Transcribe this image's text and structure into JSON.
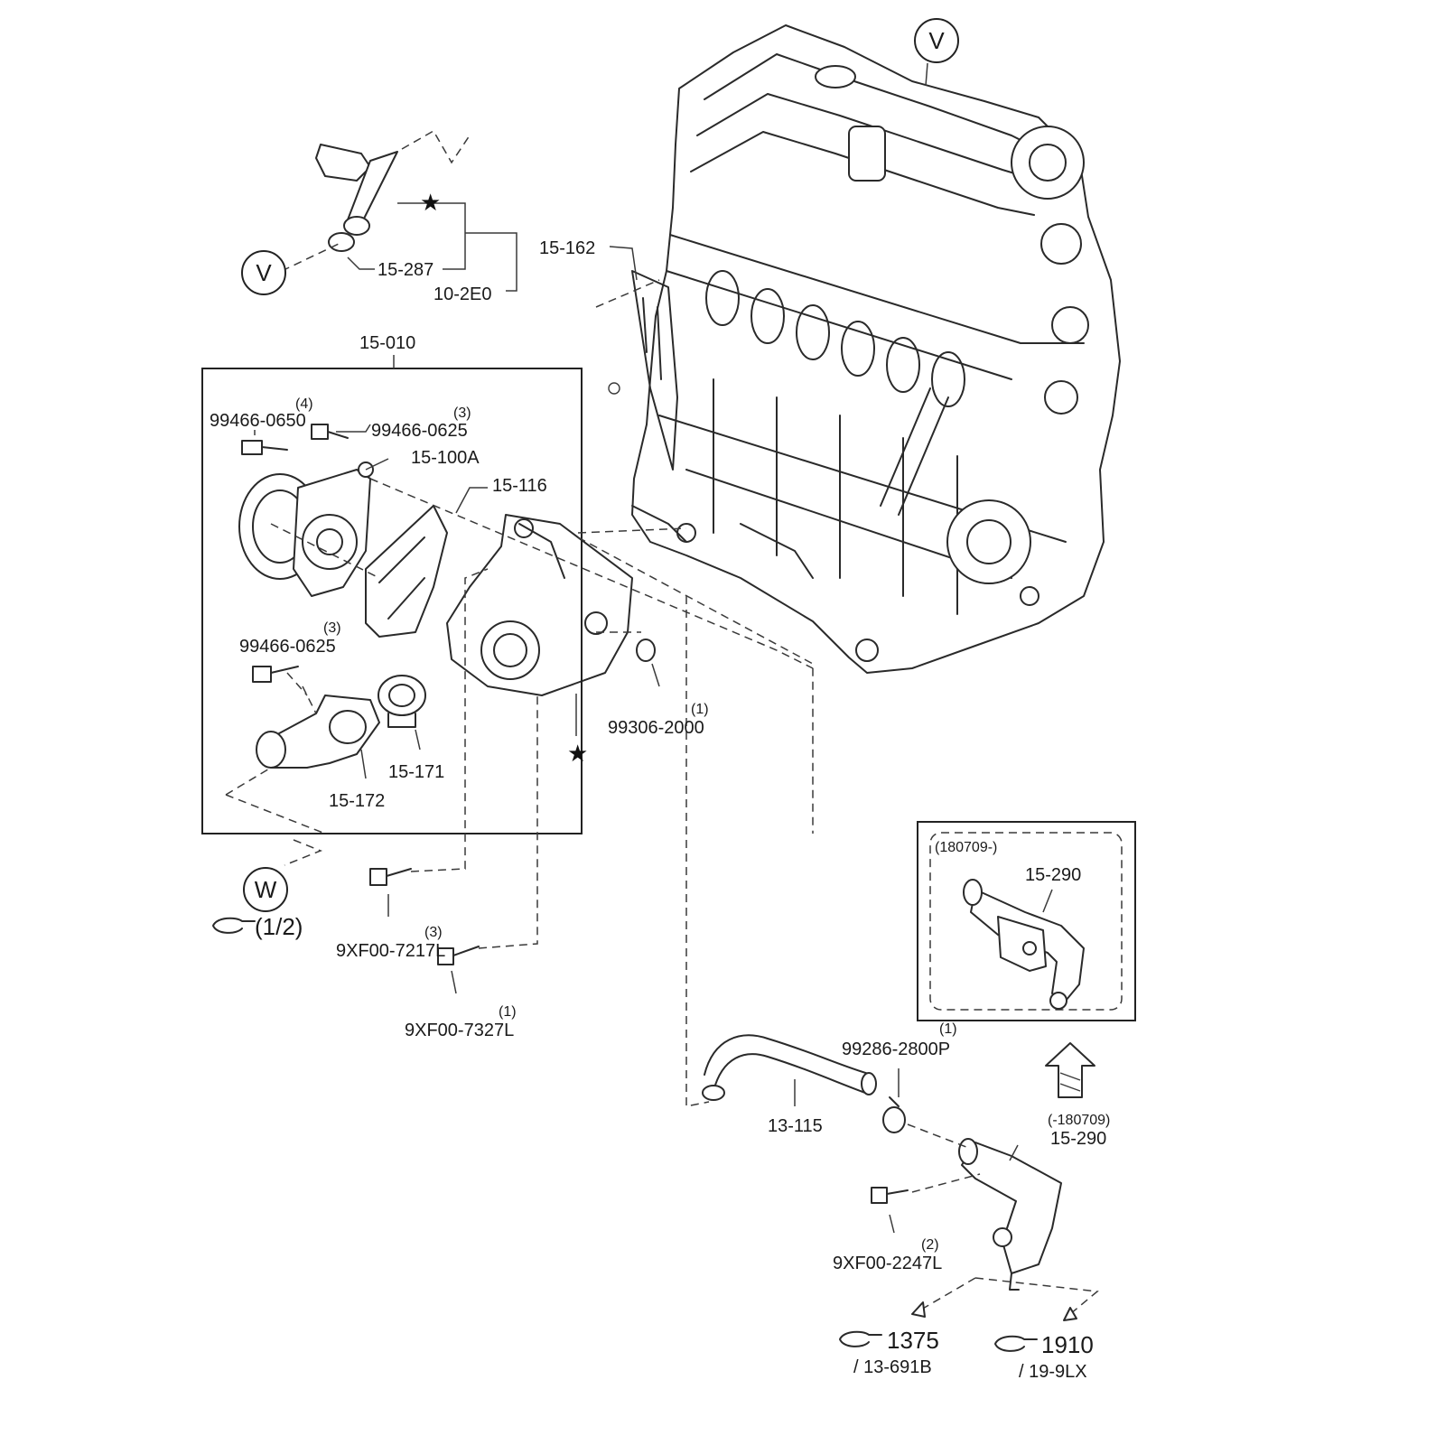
{
  "labels": {
    "p15_162": "15-162",
    "p15_287": "15-287",
    "p10_2E0": "10-2E0",
    "p15_010": "15-010",
    "p99466_0650": "99466-0650",
    "q99466_0650": "(4)",
    "p99466_0625a": "99466-0625",
    "q99466_0625a": "(3)",
    "p15_100A": "15-100A",
    "p15_116": "15-116",
    "p99466_0625b": "99466-0625",
    "q99466_0625b": "(3)",
    "p99306_2000": "99306-2000",
    "q99306_2000": "(1)",
    "p15_171": "15-171",
    "p15_172": "15-172",
    "p9XF00_7217L": "9XF00-7217L",
    "q9XF00_7217L": "(3)",
    "p9XF00_7327L": "9XF00-7327L",
    "q9XF00_7327L": "(1)",
    "ref_half": "(1/2)",
    "p15_290_new": "15-290",
    "date_new": "(180709-)",
    "p99286_2800P": "99286-2800P",
    "q99286_2800P": "(1)",
    "p13_115": "13-115",
    "date_old": "(-180709)",
    "p15_290_old": "15-290",
    "p9XF00_2247L": "9XF00-2247L",
    "q9XF00_2247L": "(2)",
    "ref1375": "1375",
    "ref1375_sub": "/ 13-691B",
    "ref1910": "1910",
    "ref1910_sub": "/ 19-9LX"
  },
  "callouts": {
    "v_top": "V",
    "v_left": "V",
    "w": "W"
  },
  "highlight": {
    "border_color": "#d32f2f"
  },
  "icons": {
    "star": "star-marker-icon",
    "arrow": "up-arrow-icon",
    "ref": "reference-hand-icon"
  }
}
